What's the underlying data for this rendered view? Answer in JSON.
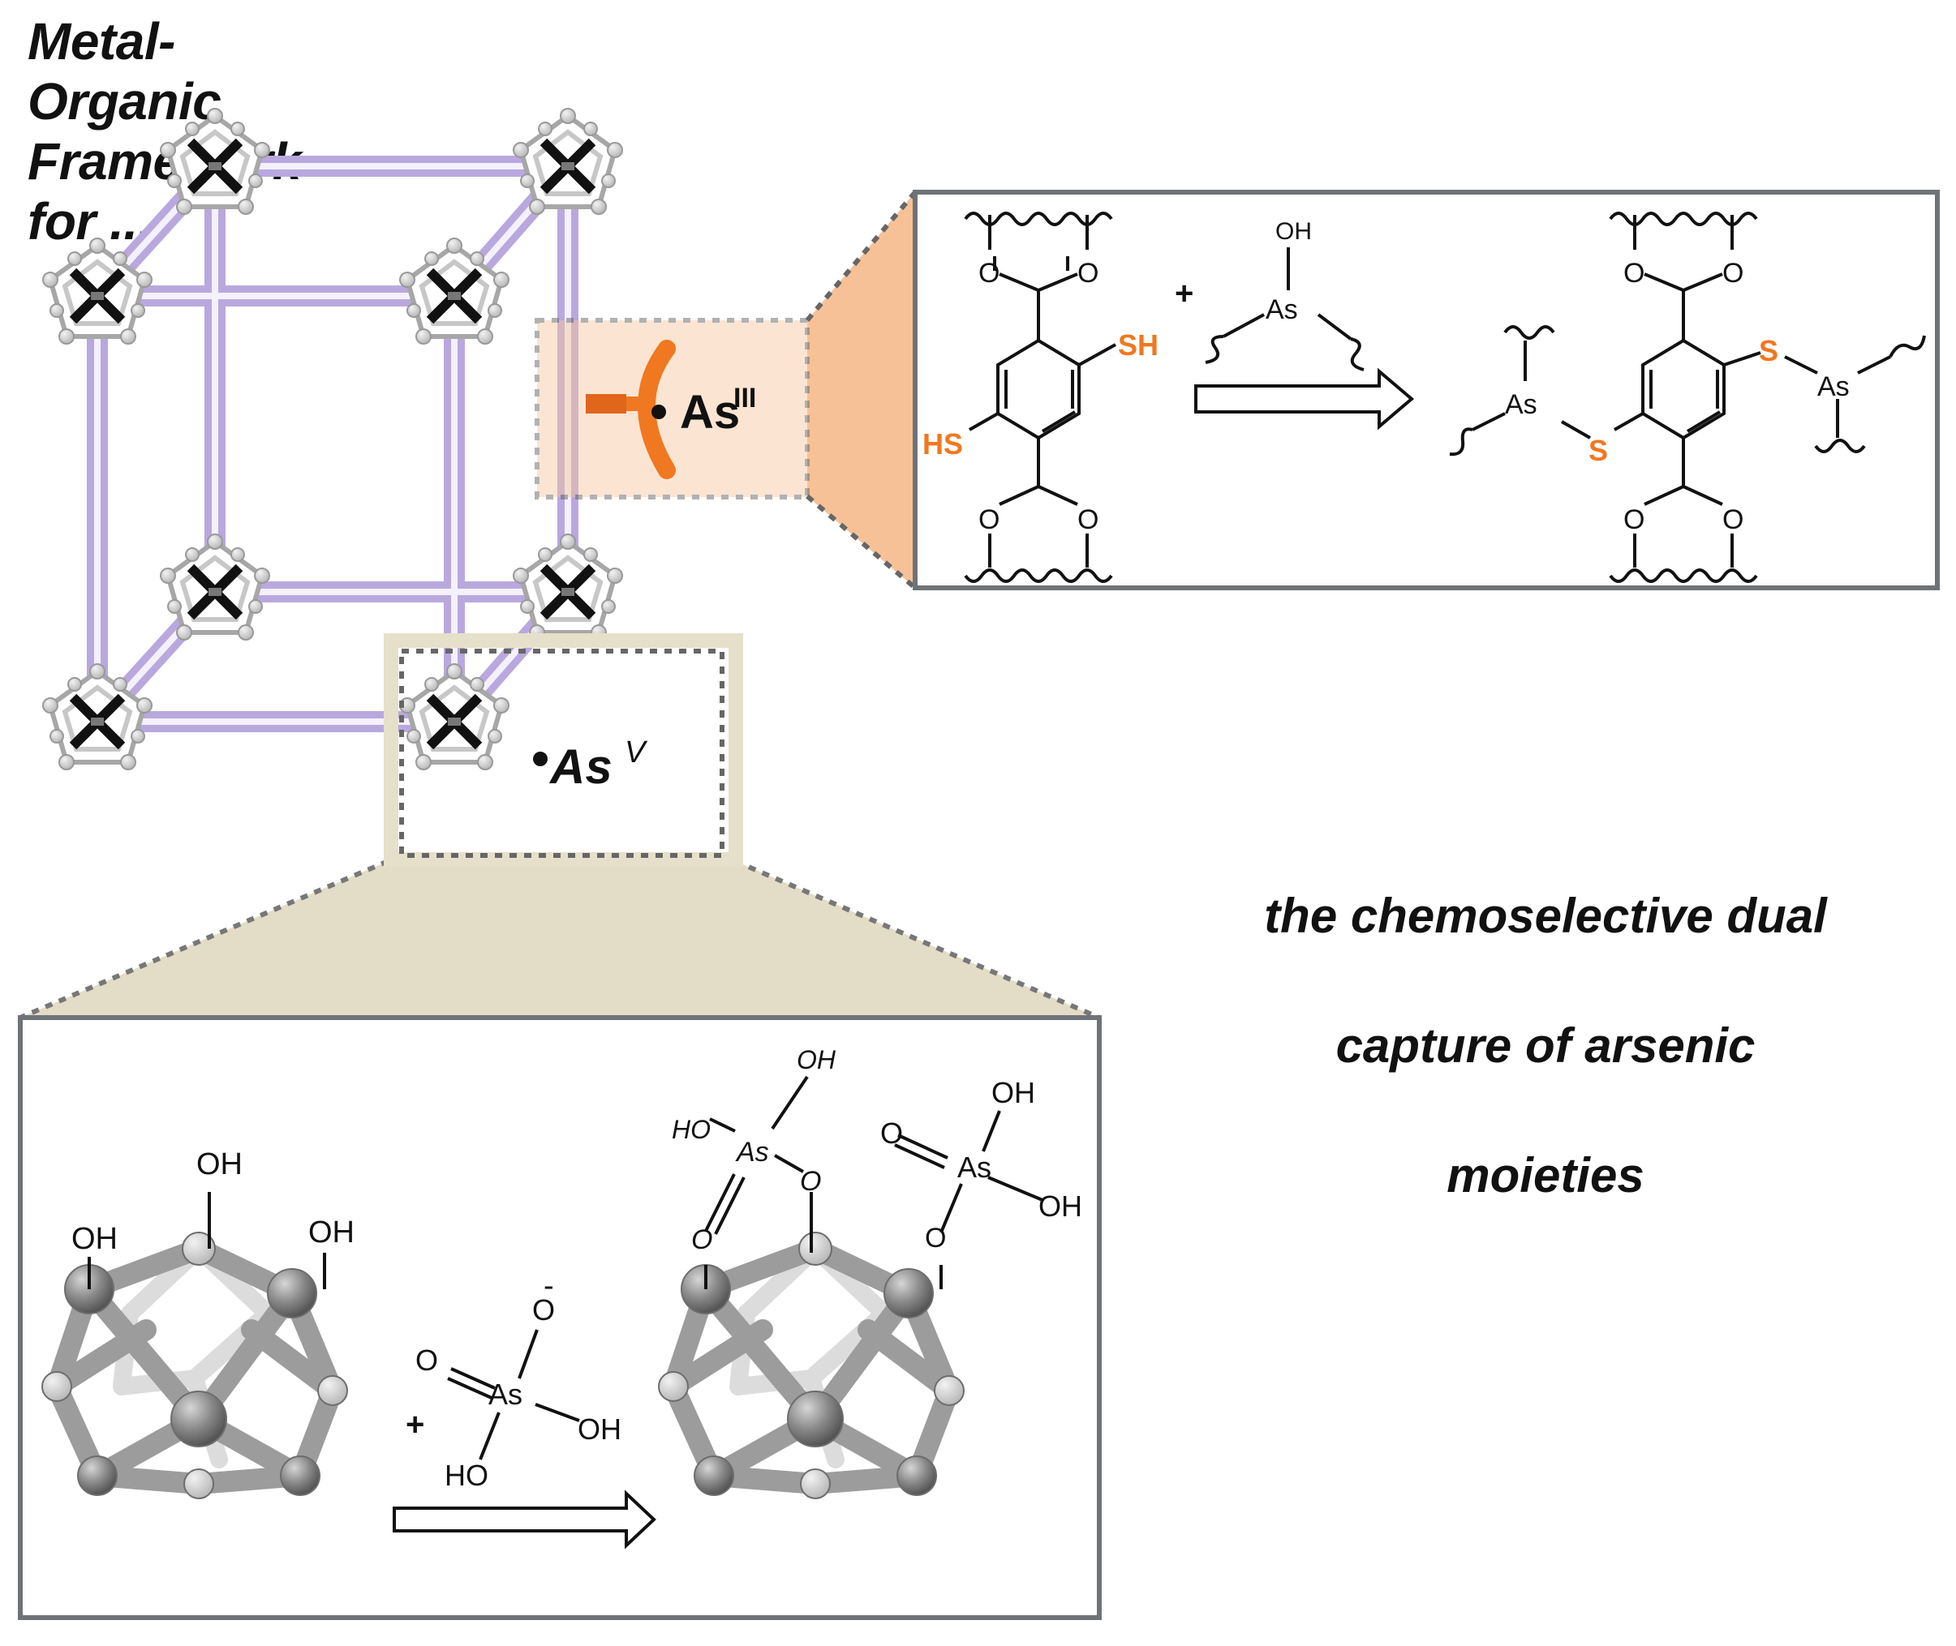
{
  "title": "Metal-Organic Framework for ...",
  "caption": {
    "line1": "the chemoselective dual",
    "line2": "capture of arsenic",
    "line3": "moieties"
  },
  "labels": {
    "as3_main": "As",
    "as3_sup": "III",
    "as5_main": "As",
    "as5_sup": "V"
  },
  "top_reaction": {
    "linker_o1": "O",
    "linker_o2": "O",
    "linker_o3": "O",
    "linker_o4": "O",
    "sh_right": "SH",
    "hs_left": "HS",
    "plus": "+",
    "arsenite_oh": "OH",
    "arsenite_as": "As",
    "product_s_left": "S",
    "product_s_right": "S",
    "product_as_left": "As",
    "product_as_right": "As",
    "product_o1": "O",
    "product_o2": "O",
    "product_o3": "O",
    "product_o4": "O"
  },
  "bottom_reaction": {
    "cluster_oh_left": "OH",
    "cluster_oh_center": "OH",
    "cluster_oh_right": "OH",
    "plus": "+",
    "arsenate_o_minus": "O",
    "arsenate_minus": "-",
    "arsenate_o": "O",
    "arsenate_as": "As",
    "arsenate_oh": "OH",
    "arsenate_ho": "HO",
    "prod1_oh": "OH",
    "prod1_ho": "HO",
    "prod1_as": "As",
    "prod1_o_bridge": "O",
    "prod1_o_double": "O",
    "prod2_oh_top": "OH",
    "prod2_o_double": "O",
    "prod2_as": "As",
    "prod2_oh_right": "OH",
    "prod2_o_bridge": "O"
  },
  "colors": {
    "framework_link": "#b9a8de",
    "thiol_orange": "#f07820",
    "zoom_orange": "#f6b685",
    "zoom_beige": "#e3dcc6",
    "frame_gray": "#6e7378",
    "node_gray": "#8d8d8d"
  },
  "icons": [
    "zr6-cluster-node",
    "thiol-receptor",
    "reaction-arrow"
  ]
}
